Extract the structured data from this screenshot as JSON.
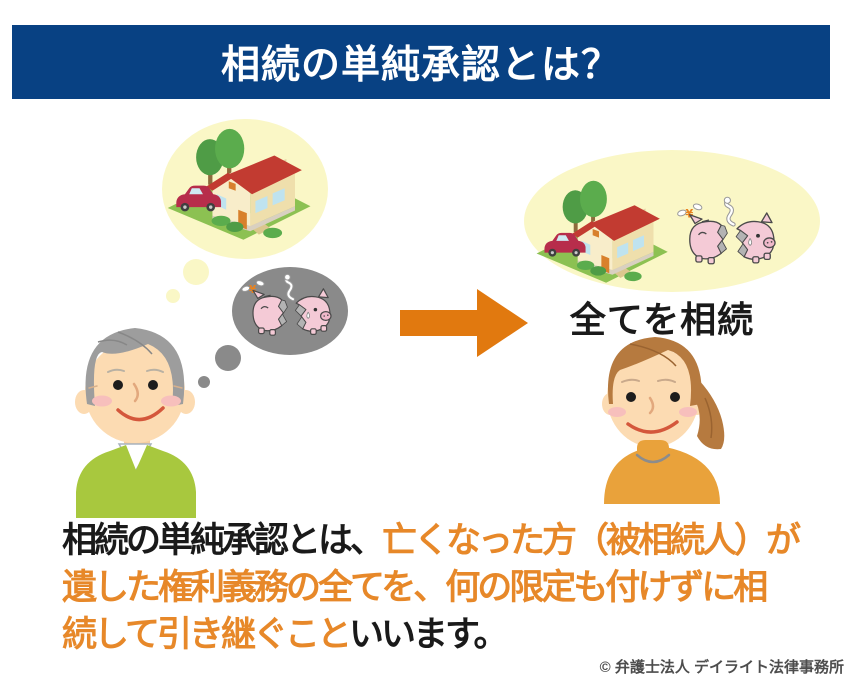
{
  "header": {
    "title": "相続の単純承認とは？",
    "bg_color": "#084183",
    "text_color": "#FFFFFF"
  },
  "diagram": {
    "left_scene": {
      "assets_bubble_icon": "house-and-car-asset-illustration",
      "debts_bubble_icon": "broken-piggy-bank-illustration",
      "person_icon": "elderly-man-illustration"
    },
    "arrow": {
      "icon": "arrow-right-icon",
      "color": "#E1790F"
    },
    "right_scene": {
      "bubble_icon": "house-and-broken-piggy-bank-illustration",
      "flying_money_icon": "flying-yen-icon",
      "label": "全てを相続",
      "person_icon": "heir-woman-illustration"
    },
    "bubble_yellow": "#FAF7C6",
    "bubble_gray": "#8A8A8A"
  },
  "definition": {
    "black_prefix": "相続の単純承認とは、",
    "orange_line1": "亡くなった方（被相続人）が",
    "orange_line2": "遺した権利義務の全てを、何の限定も付けずに相",
    "orange_line3": "続して引き継ぐこと",
    "black_suffix": "いいます。",
    "highlight_color": "#E78829",
    "text_color": "#1A1A1A"
  },
  "footer": {
    "copyright": "© 弁護士法人 デイライト法律事務所"
  }
}
